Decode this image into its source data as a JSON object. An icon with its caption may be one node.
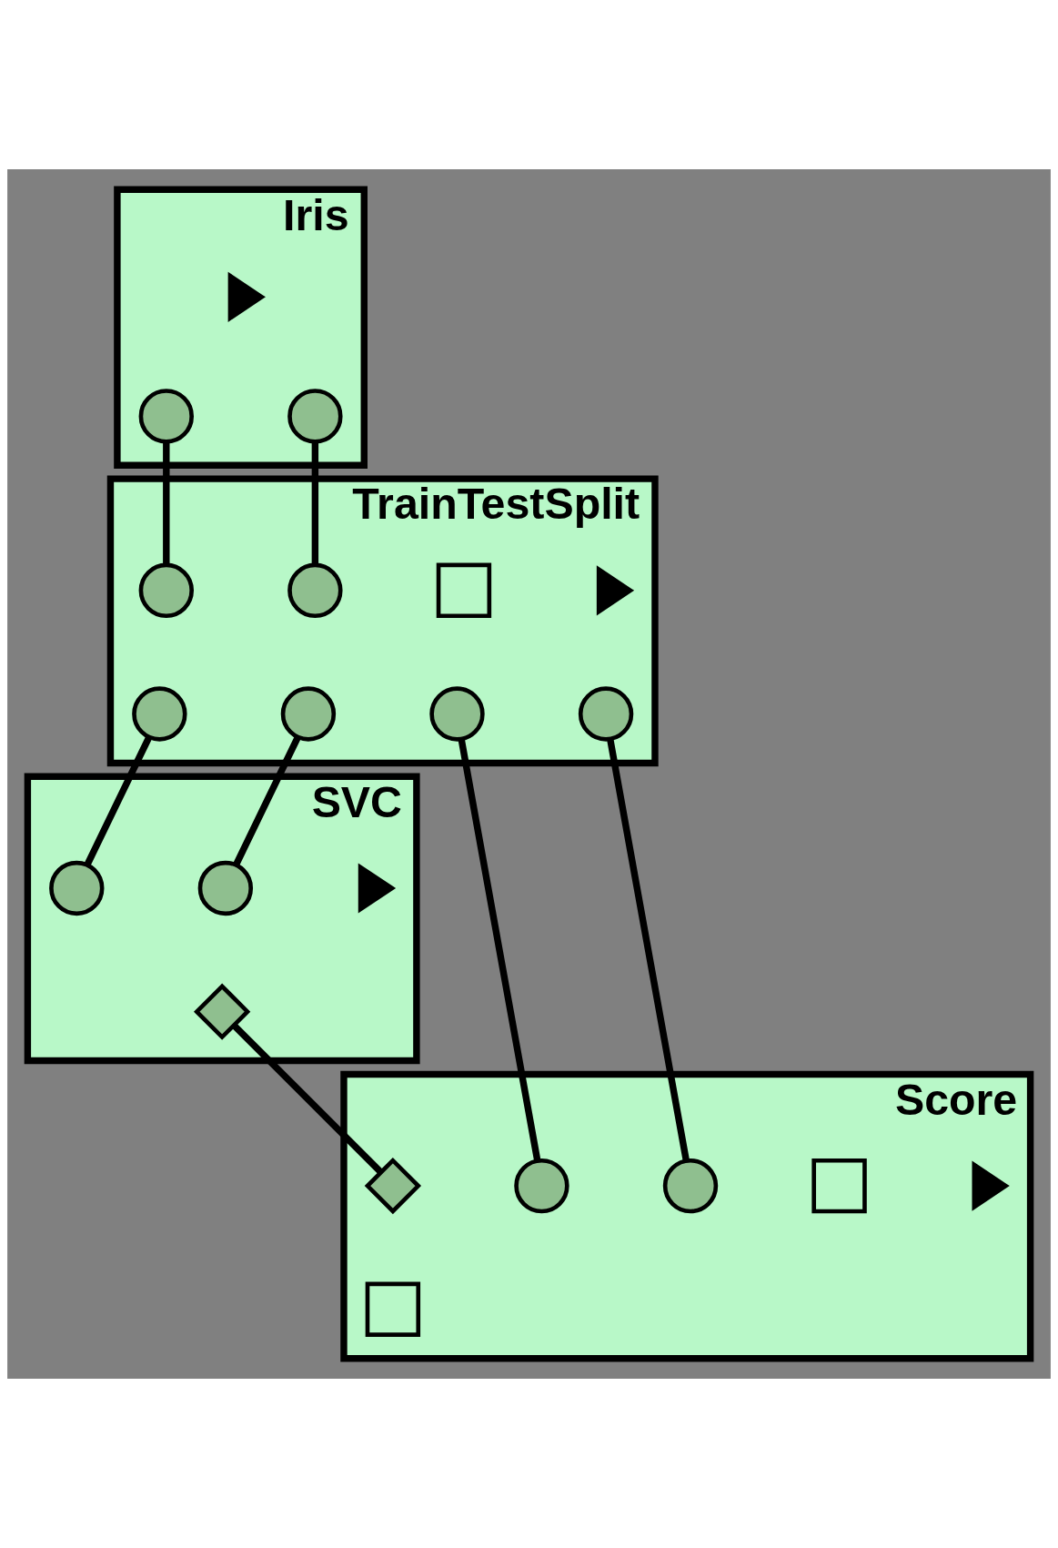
{
  "diagram": {
    "nodes": [
      {
        "text": [
          "Iris"
        ]
      },
      {
        "text": [],
        "shape": "triangle",
        "in": 0
      },
      {
        "text": [],
        "shape": "circle",
        "in": 0
      },
      {
        "text": [],
        "shape": "circle",
        "in": 0
      },
      {
        "text": [
          "TrainTestSplit"
        ]
      },
      {
        "text": [],
        "shape": "circle",
        "in": 4
      },
      {
        "text": [],
        "shape": "circle",
        "in": 4
      },
      {
        "text": [],
        "shape": "box",
        "in": 4
      },
      {
        "text": [],
        "shape": "triangle",
        "in": 4
      },
      {
        "text": [],
        "shape": "circle",
        "in": 4
      },
      {
        "text": [],
        "shape": "circle",
        "in": 4
      },
      {
        "text": [],
        "shape": "circle",
        "in": 4
      },
      {
        "text": [],
        "shape": "circle",
        "in": 4
      },
      {
        "text": [
          "SVC"
        ]
      },
      {
        "text": [],
        "shape": "circle",
        "in": 13
      },
      {
        "text": [],
        "shape": "circle",
        "in": 13
      },
      {
        "text": [],
        "shape": "triangle",
        "in": 13
      },
      {
        "text": [],
        "shape": "diamond",
        "in": 13
      },
      {
        "text": [
          "Score"
        ]
      },
      {
        "text": [],
        "shape": "diamond",
        "in": 18
      },
      {
        "text": [],
        "shape": "circle",
        "in": 18
      },
      {
        "text": [],
        "shape": "circle",
        "in": 18
      },
      {
        "text": [],
        "shape": "box",
        "in": 18
      },
      {
        "text": [],
        "shape": "triangle",
        "in": 18
      },
      {
        "text": [],
        "shape": "box",
        "in": 18
      }
    ],
    "edges": [
      {
        "from": 2,
        "to": 5,
        "arrow": "none"
      },
      {
        "from": 3,
        "to": 6,
        "arrow": "none"
      },
      {
        "from": 9,
        "to": 14,
        "arrow": "none"
      },
      {
        "from": 10,
        "to": 15,
        "arrow": "none"
      },
      {
        "from": 11,
        "to": 20,
        "arrow": "none"
      },
      {
        "from": 12,
        "to": 21,
        "arrow": "none"
      },
      {
        "from": 17,
        "to": 19,
        "arrow": "none"
      }
    ]
  }
}
